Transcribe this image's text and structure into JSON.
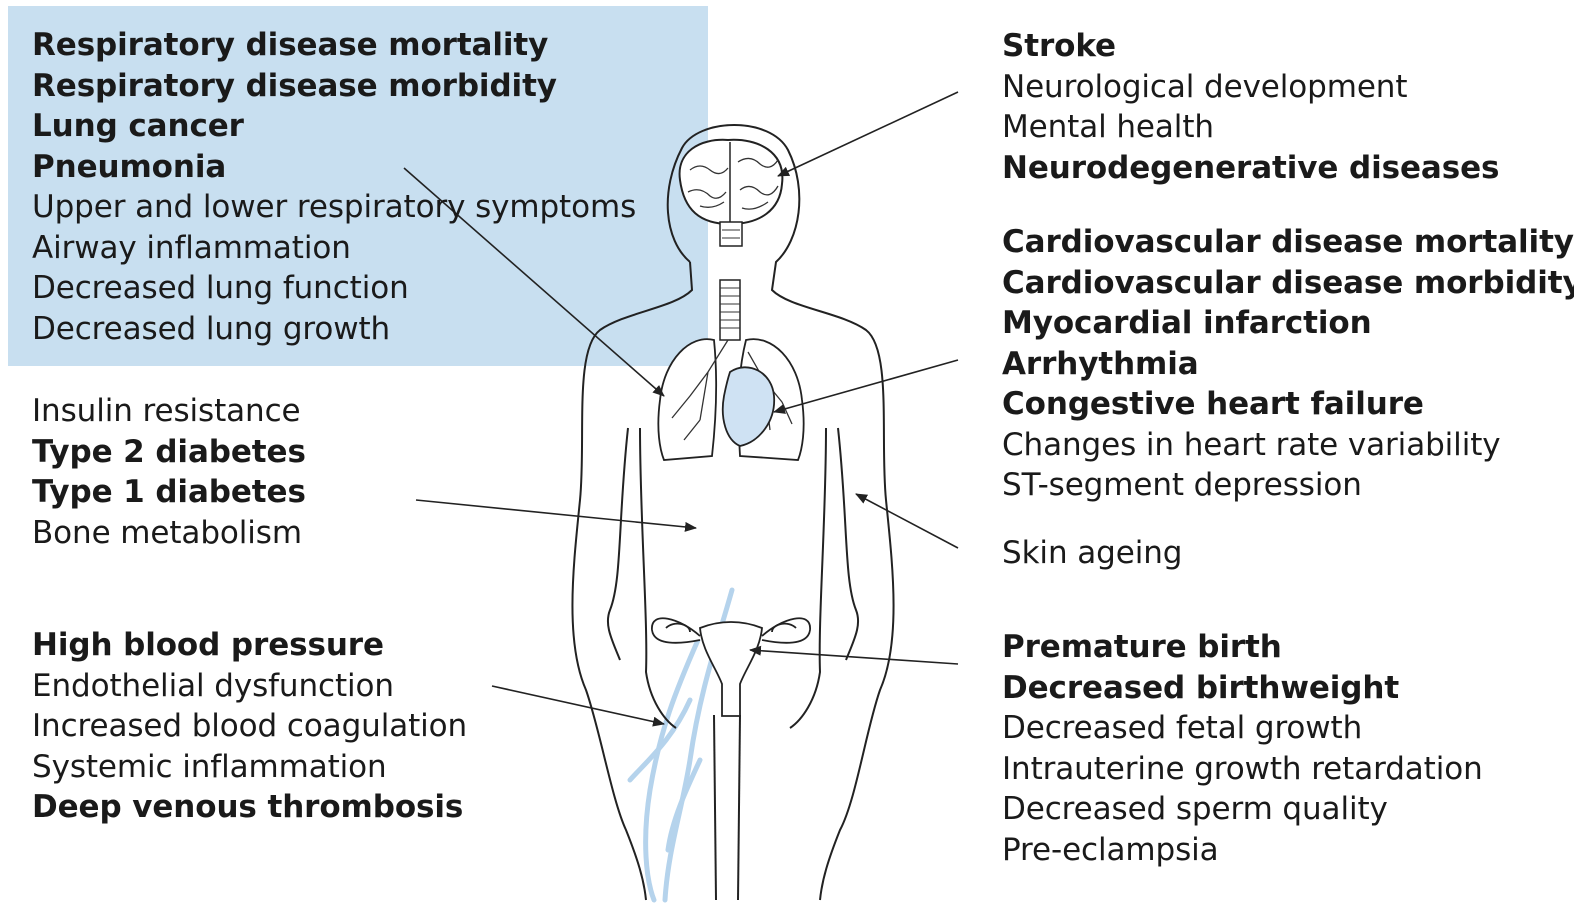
{
  "groups": {
    "respiratory": {
      "items": [
        {
          "text": "Respiratory disease mortality",
          "bold": true
        },
        {
          "text": "Respiratory disease morbidity",
          "bold": true
        },
        {
          "text": "Lung cancer",
          "bold": true
        },
        {
          "text": "Pneumonia",
          "bold": true
        },
        {
          "text": "Upper and lower respiratory symptoms",
          "bold": false
        },
        {
          "text": "Airway inflammation",
          "bold": false
        },
        {
          "text": "Decreased lung function",
          "bold": false
        },
        {
          "text": "Decreased lung growth",
          "bold": false
        }
      ]
    },
    "metabolic": {
      "items": [
        {
          "text": "Insulin resistance",
          "bold": false
        },
        {
          "text": "Type 2 diabetes",
          "bold": true
        },
        {
          "text": "Type 1 diabetes",
          "bold": true
        },
        {
          "text": "Bone metabolism",
          "bold": false
        }
      ]
    },
    "blood": {
      "items": [
        {
          "text": "High blood pressure",
          "bold": true
        },
        {
          "text": "Endothelial dysfunction",
          "bold": false
        },
        {
          "text": "Increased blood coagulation",
          "bold": false
        },
        {
          "text": "Systemic inflammation",
          "bold": false
        },
        {
          "text": "Deep venous thrombosis",
          "bold": true
        }
      ]
    },
    "brain": {
      "items": [
        {
          "text": "Stroke",
          "bold": true
        },
        {
          "text": "Neurological development",
          "bold": false
        },
        {
          "text": "Mental health",
          "bold": false
        },
        {
          "text": "Neurodegenerative diseases",
          "bold": true
        }
      ]
    },
    "heart": {
      "items": [
        {
          "text": "Cardiovascular disease mortality",
          "bold": true
        },
        {
          "text": "Cardiovascular disease morbidity",
          "bold": true
        },
        {
          "text": "Myocardial infarction",
          "bold": true
        },
        {
          "text": "Arrhythmia",
          "bold": true
        },
        {
          "text": "Congestive heart failure",
          "bold": true
        },
        {
          "text": "Changes in heart rate variability",
          "bold": false
        },
        {
          "text": "ST-segment depression",
          "bold": false
        }
      ]
    },
    "skin": {
      "items": [
        {
          "text": "Skin ageing",
          "bold": false
        }
      ]
    },
    "reproductive": {
      "items": [
        {
          "text": "Premature birth",
          "bold": true
        },
        {
          "text": "Decreased birthweight",
          "bold": true
        },
        {
          "text": "Decreased fetal growth",
          "bold": false
        },
        {
          "text": "Intrauterine growth retardation",
          "bold": false
        },
        {
          "text": "Decreased sperm quality",
          "bold": false
        },
        {
          "text": "Pre-eclampsia",
          "bold": false
        }
      ]
    }
  },
  "colors": {
    "highlight": "#c8dff0",
    "organ_fill": "#cfe2f3",
    "vein": "#b5d3ec",
    "text": "#1a1a1a",
    "line": "#222222"
  }
}
